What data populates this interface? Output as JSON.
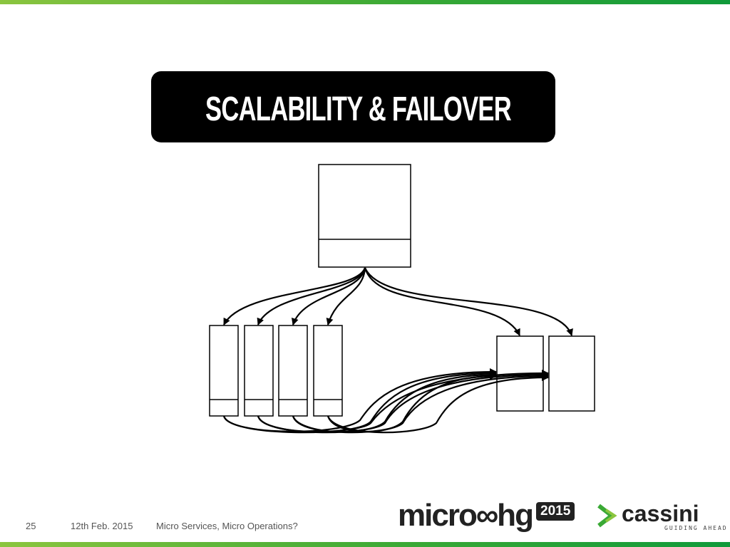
{
  "slide": {
    "title": "SCALABILITY & FAILOVER",
    "page_number": "25",
    "date": "12th Feb. 2015",
    "talk_title": "Micro Services, Micro Operations?"
  },
  "logos": {
    "event_name": "micro∞hg",
    "event_year": "2015",
    "company_name": "cassini",
    "company_tagline": "GUIDING AHEAD"
  },
  "colors": {
    "accent_green": "#3aa935",
    "title_background": "#000000",
    "title_text": "#ffffff"
  }
}
